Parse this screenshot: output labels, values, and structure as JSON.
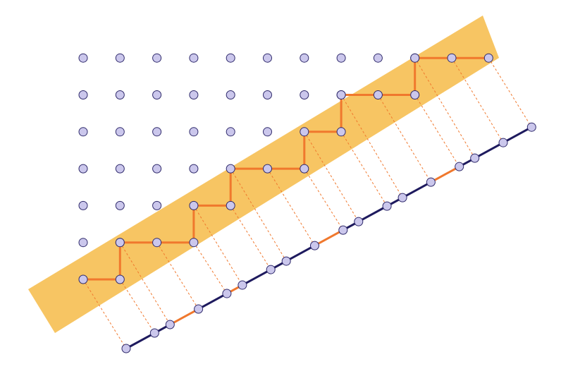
{
  "diagram": {
    "grid": {
      "columns": 12,
      "rows": 7
    },
    "band_color": "#f7c563",
    "path_color": "#f0782d",
    "axis_color": "#1e1a5e",
    "point_fill": "#cbc7ec",
    "point_stroke": "#2f2a6b",
    "projection_color": "#f0782d",
    "grid_points_visible": [
      [
        0,
        1
      ],
      [
        0,
        2
      ],
      [
        0,
        3
      ],
      [
        0,
        4
      ],
      [
        0,
        5
      ],
      [
        0,
        6
      ],
      [
        1,
        1
      ],
      [
        1,
        2
      ],
      [
        1,
        3
      ],
      [
        1,
        4
      ],
      [
        1,
        5
      ],
      [
        1,
        6
      ],
      [
        2,
        2
      ],
      [
        2,
        3
      ],
      [
        2,
        4
      ],
      [
        2,
        5
      ],
      [
        2,
        6
      ],
      [
        3,
        3
      ],
      [
        3,
        4
      ],
      [
        3,
        5
      ],
      [
        3,
        6
      ],
      [
        4,
        4
      ],
      [
        4,
        5
      ],
      [
        4,
        6
      ],
      [
        5,
        4
      ],
      [
        5,
        5
      ],
      [
        5,
        6
      ],
      [
        6,
        5
      ],
      [
        6,
        6
      ],
      [
        7,
        5
      ],
      [
        7,
        6
      ],
      [
        8,
        6
      ],
      [
        9,
        6
      ]
    ],
    "staircase_path": [
      [
        0,
        0
      ],
      [
        1,
        0
      ],
      [
        1,
        1
      ],
      [
        2,
        1
      ],
      [
        3,
        1
      ],
      [
        3,
        2
      ],
      [
        4,
        2
      ],
      [
        4,
        3
      ],
      [
        5,
        3
      ],
      [
        6,
        3
      ],
      [
        6,
        4
      ],
      [
        7,
        4
      ],
      [
        7,
        5
      ],
      [
        8,
        5
      ],
      [
        9,
        5
      ],
      [
        9,
        6
      ],
      [
        10,
        6
      ],
      [
        11,
        6
      ]
    ],
    "axis_orange_segments": [
      [
        2,
        3
      ],
      [
        4,
        5
      ],
      [
        8,
        9
      ],
      [
        13,
        14
      ]
    ]
  }
}
